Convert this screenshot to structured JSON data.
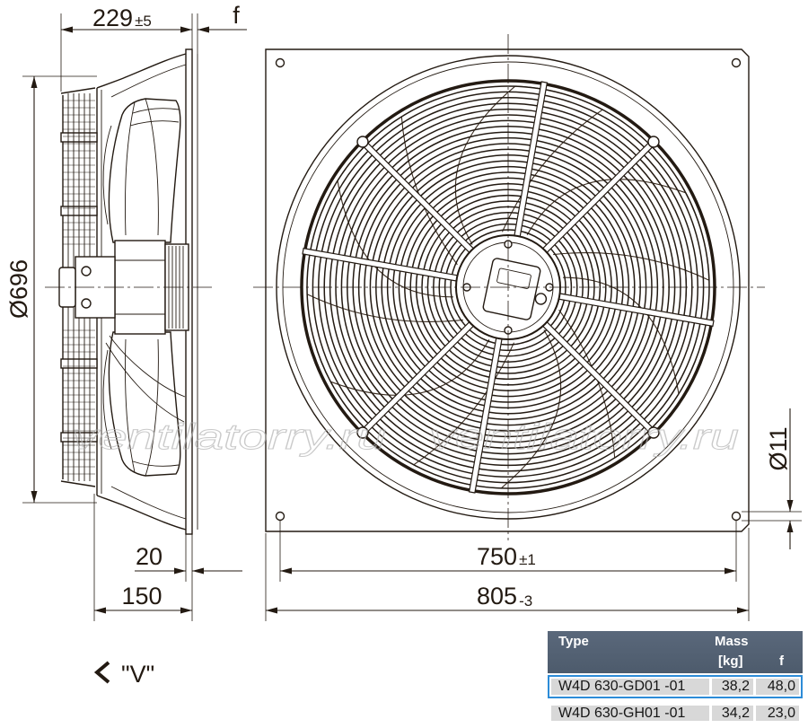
{
  "drawing": {
    "dim_depth": {
      "value": "229",
      "tol": "±5"
    },
    "dim_f": "f",
    "dim_diameter": "Ø696",
    "dim_flange": "20",
    "dim_nozzle": "150",
    "dim_hole_pitch": {
      "value": "750",
      "tol": "±1"
    },
    "dim_plate": {
      "value": "805",
      "tol": "-3"
    },
    "dim_hole": "Ø11",
    "view_label": "\"V\"",
    "watermark": "ventilatorry.ru"
  },
  "icons": {
    "view_direction": "chevron-left-icon"
  },
  "table": {
    "headers": {
      "type": "Type",
      "mass": "Mass",
      "mass_unit": "[kg]",
      "f": "f"
    },
    "rows": [
      {
        "type": "W4D 630-GD01 -01",
        "mass": "38,2",
        "f": "48,0",
        "highlighted": true
      },
      {
        "type": "W4D 630-GH01 -01",
        "mass": "34,2",
        "f": "23,0",
        "highlighted": false
      }
    ]
  },
  "colors": {
    "line": "#231a12",
    "header_bg": "#4d5b6c",
    "highlight_border": "#2d8cd8",
    "cell_bg": "#d8d8d8"
  }
}
